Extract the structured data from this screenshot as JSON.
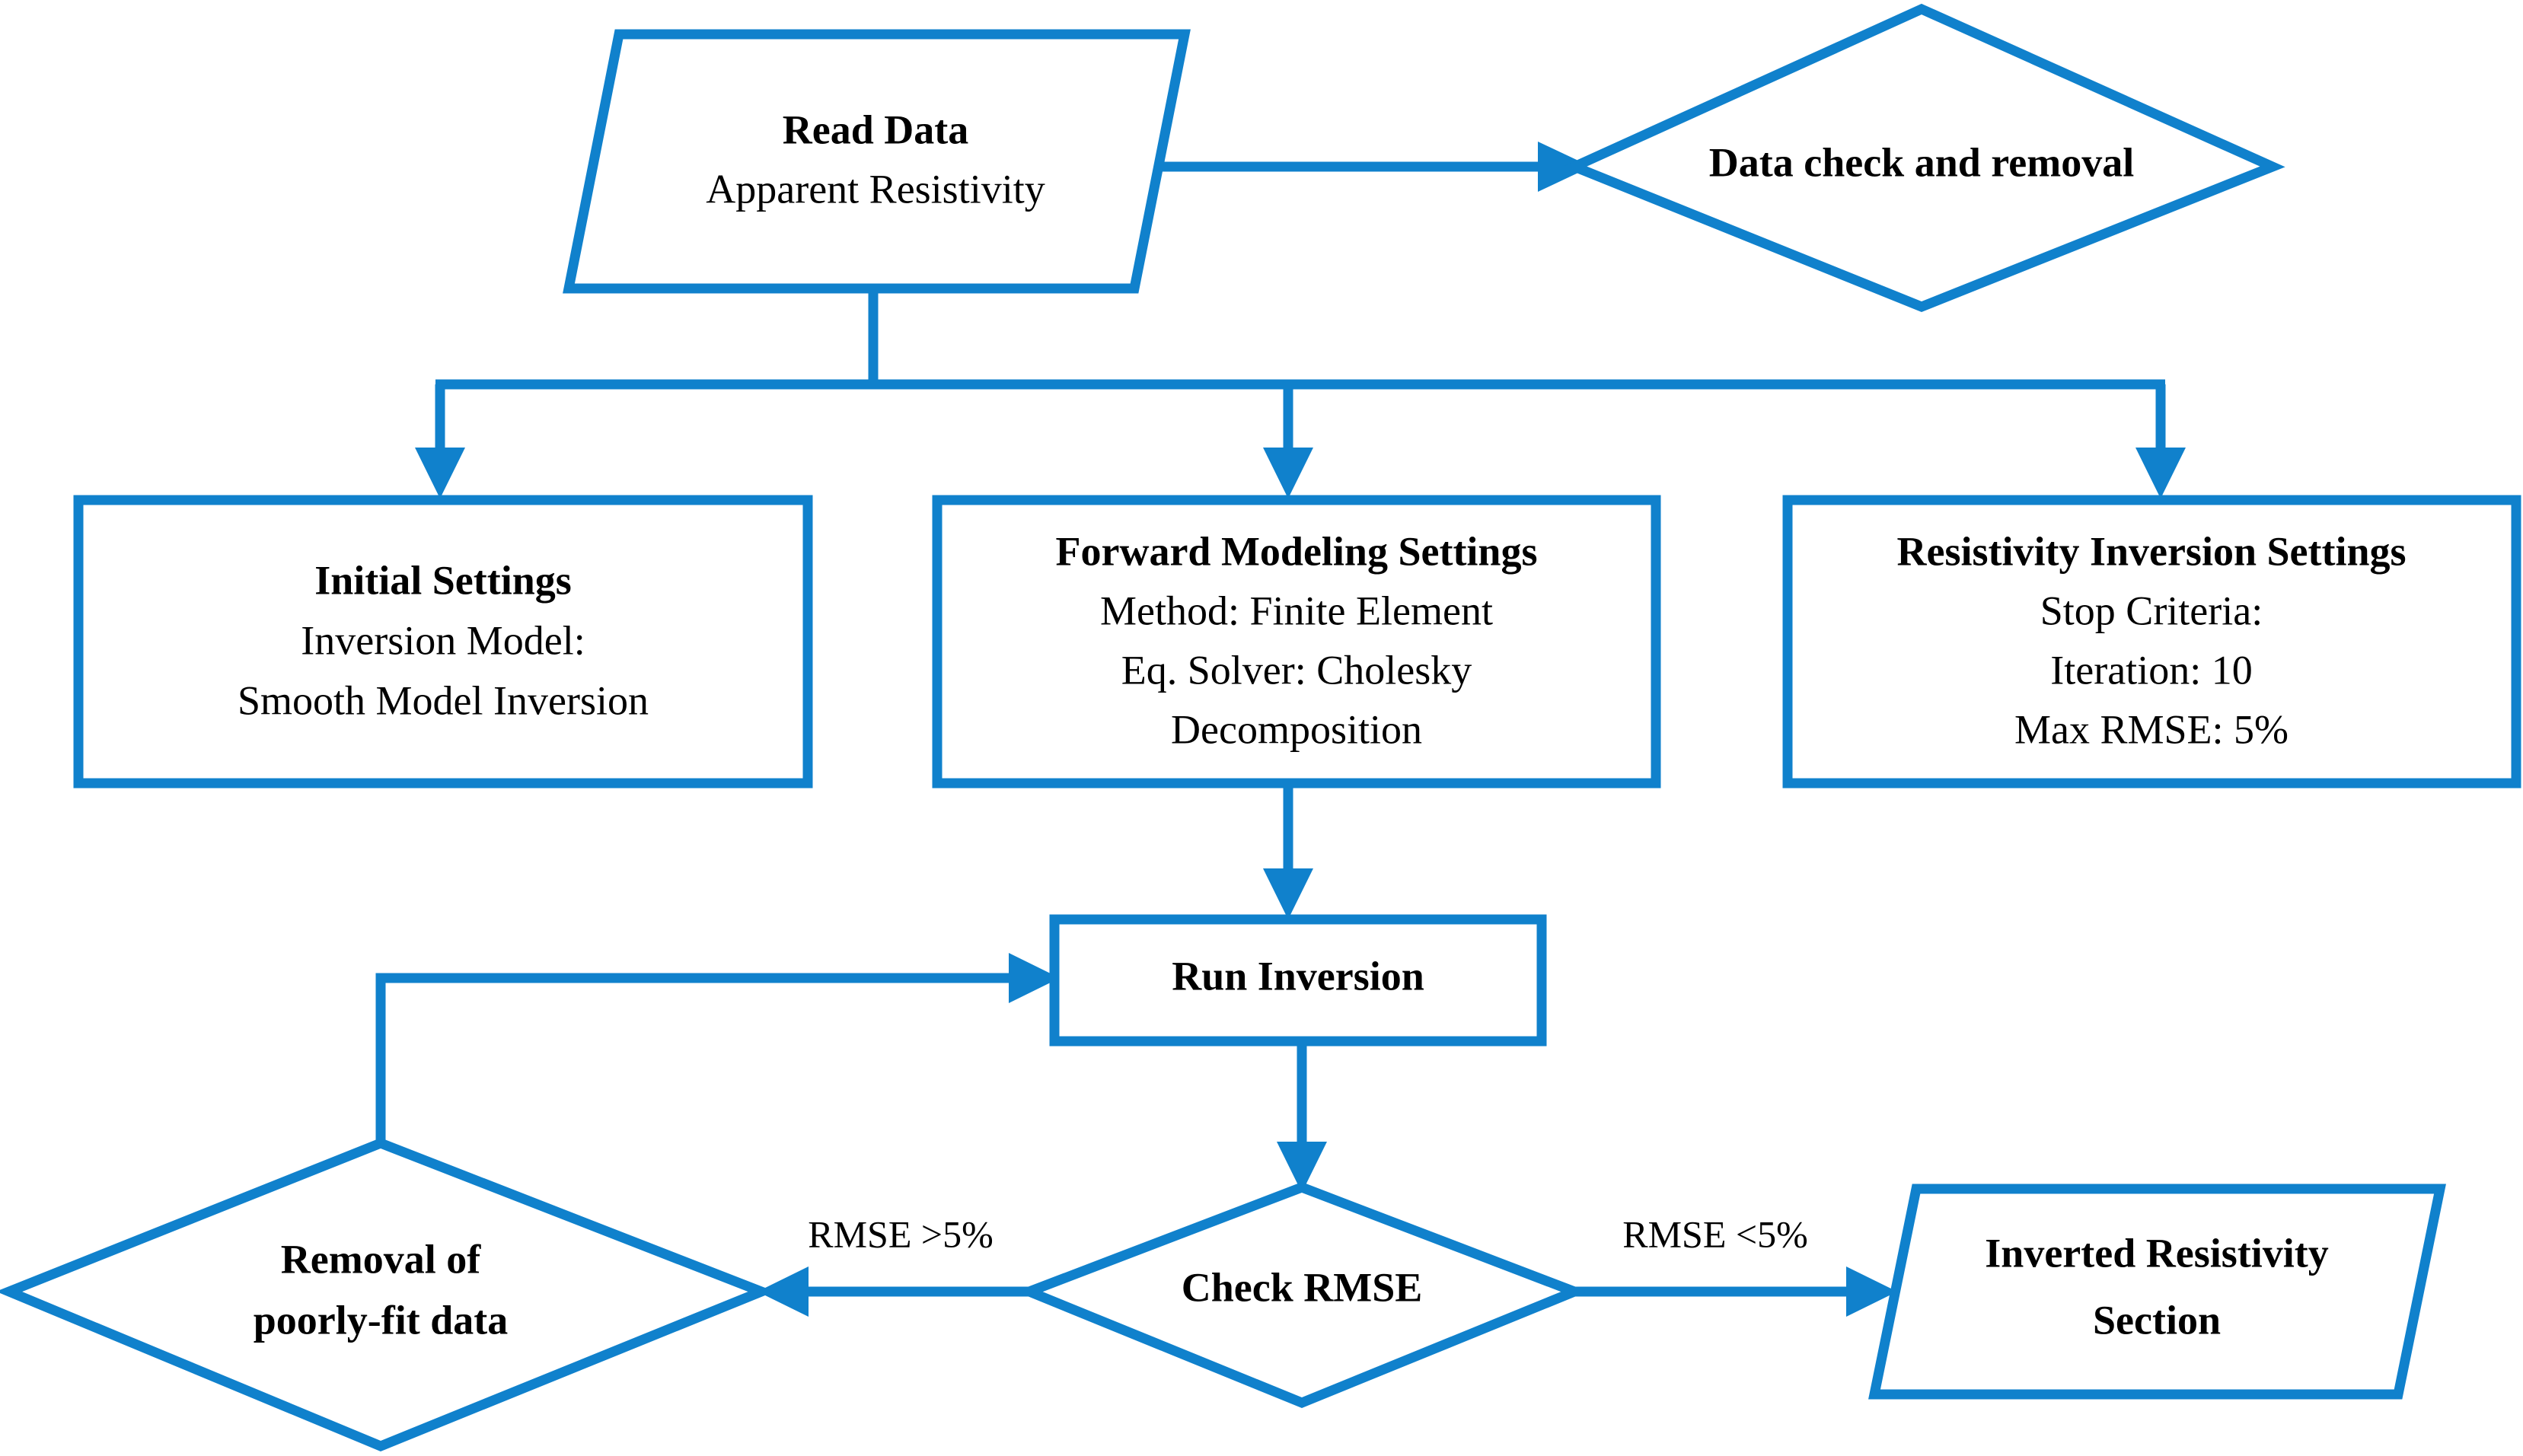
{
  "diagram": {
    "title": "Resistivity Inversion Workflow Flowchart",
    "accent_color": "#1081cc",
    "text_color": "#000000",
    "background_color": "#ffffff"
  },
  "nodes": {
    "read_data": {
      "shape": "parallelogram",
      "line1": "Read Data",
      "line2": "Apparent Resistivity"
    },
    "data_check": {
      "shape": "diamond",
      "line1": "Data check and removal"
    },
    "initial_settings": {
      "shape": "rectangle",
      "line1": "Initial Settings",
      "line2": "Inversion Model:",
      "line3": "Smooth Model Inversion"
    },
    "forward_modeling": {
      "shape": "rectangle",
      "line1": "Forward Modeling Settings",
      "line2": "Method: Finite Element",
      "line3": "Eq. Solver: Cholesky",
      "line4": "Decomposition"
    },
    "resistivity_inversion": {
      "shape": "rectangle",
      "line1": "Resistivity Inversion Settings",
      "line2": "Stop Criteria:",
      "line3": "Iteration: 10",
      "line4": "Max RMSE: 5%"
    },
    "run_inversion": {
      "shape": "rectangle",
      "line1": "Run Inversion"
    },
    "check_rmse": {
      "shape": "diamond",
      "line1": "Check RMSE"
    },
    "removal_poor_fit": {
      "shape": "diamond",
      "line1": "Removal of",
      "line2": "poorly-fit data"
    },
    "inverted_section": {
      "shape": "parallelogram",
      "line1": "Inverted Resistivity",
      "line2": "Section"
    }
  },
  "edge_labels": {
    "rmse_high": "RMSE >5%",
    "rmse_low": "RMSE <5%"
  }
}
